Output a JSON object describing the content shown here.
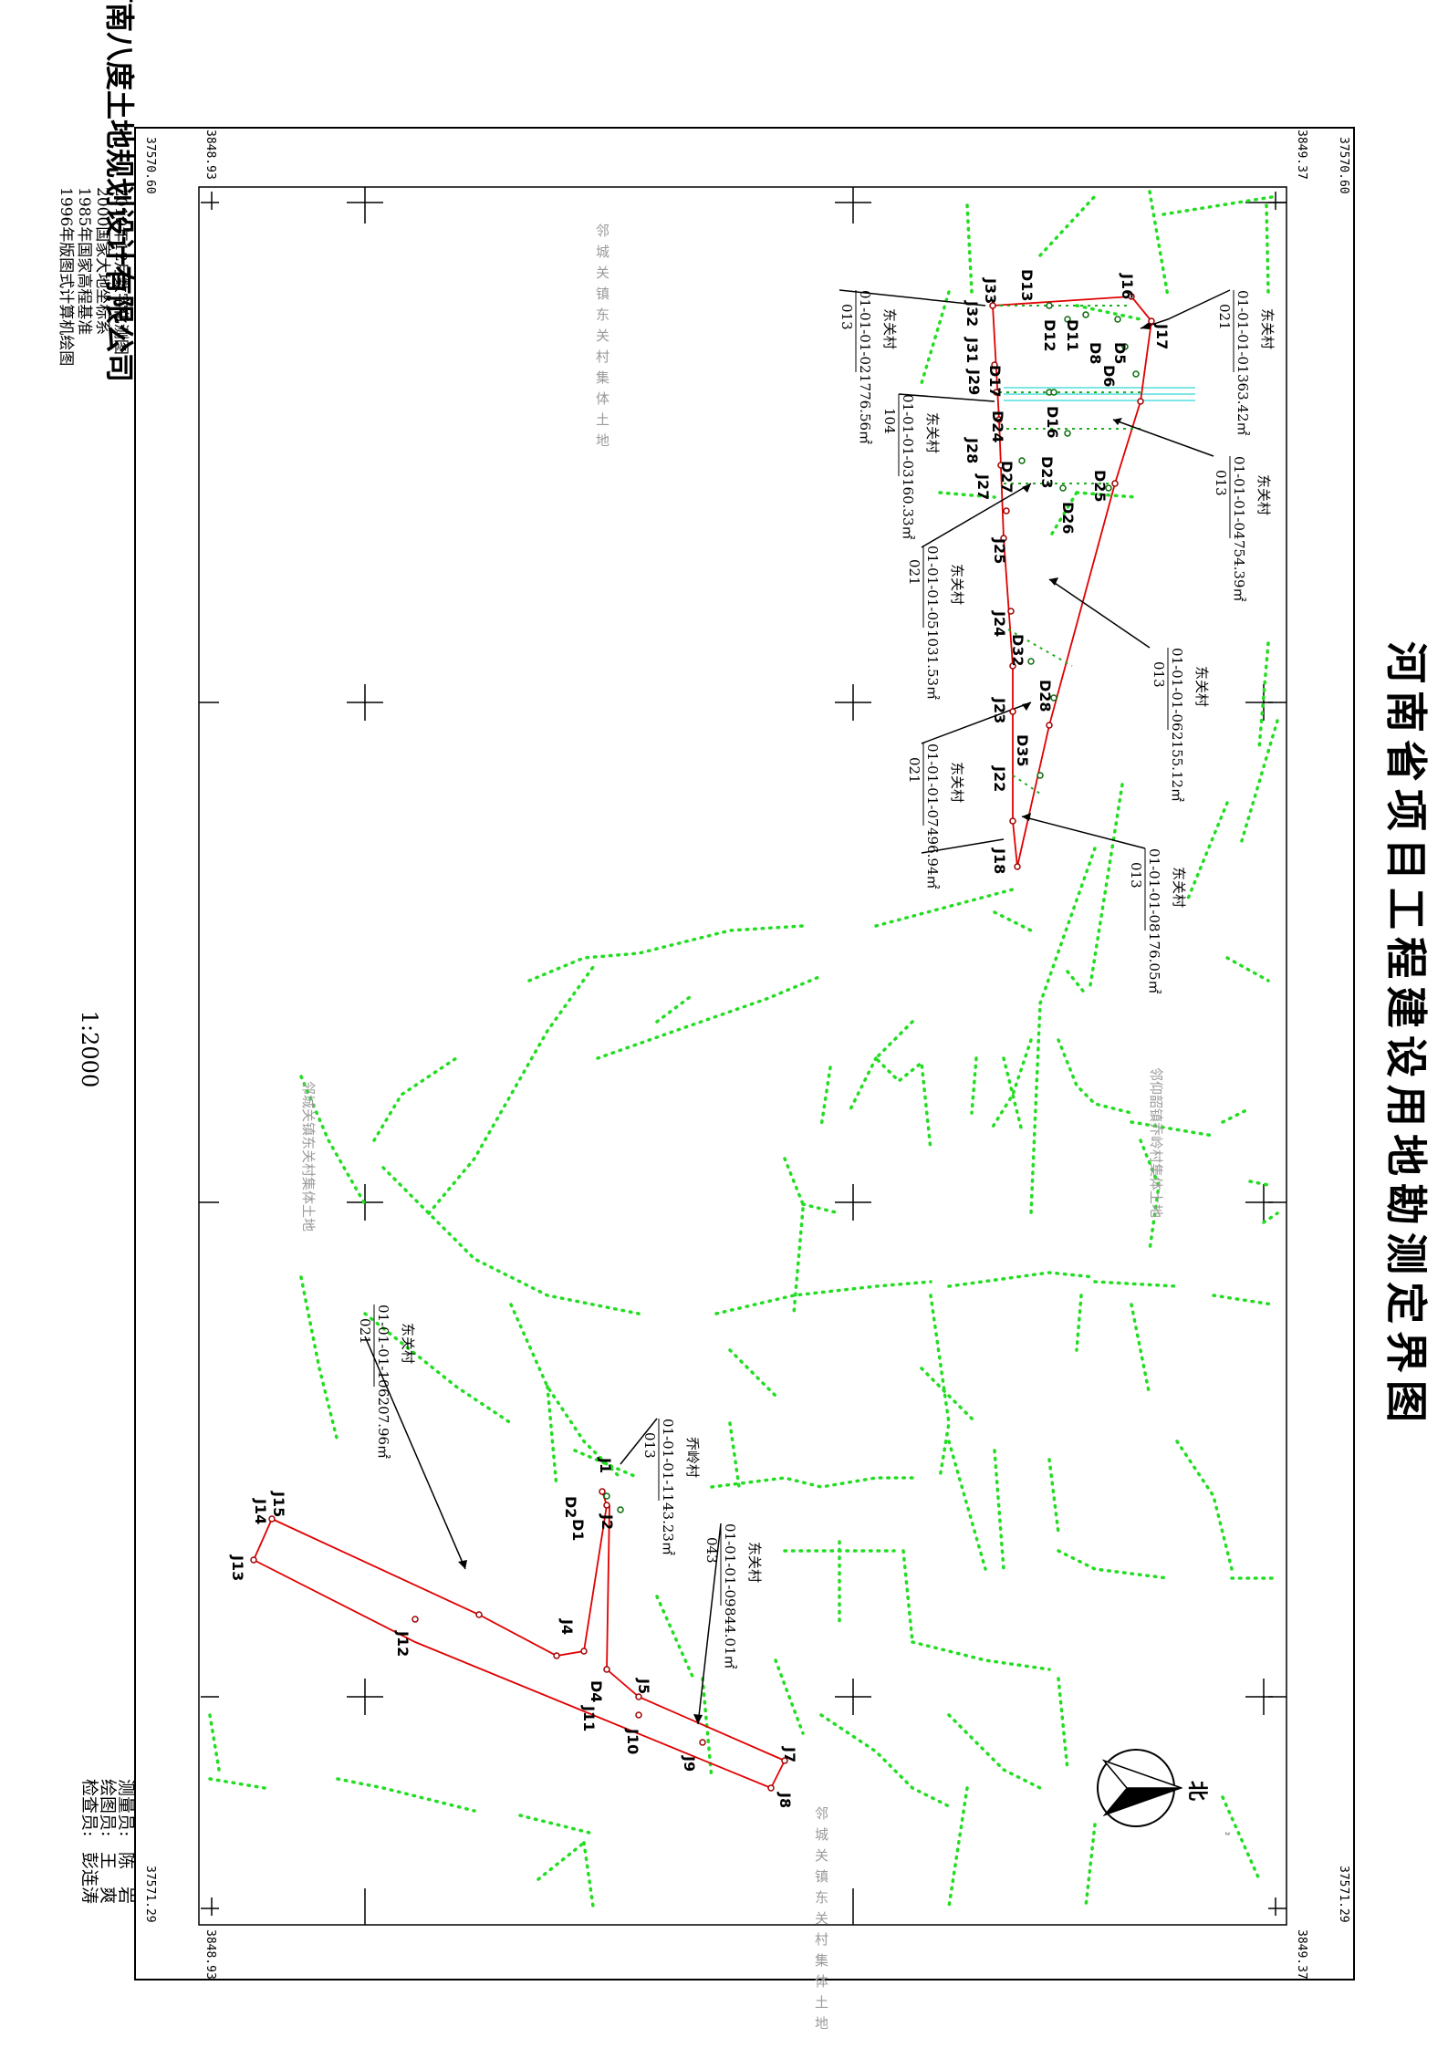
{
  "title": "河南省项目工程建设用地勘测定界图",
  "company": "河南八度土地规划设计有限公司",
  "scale": "1:2000",
  "notes": [
    "2019年12月数字化测图",
    "2000国家大地坐标系",
    "1985年国家高程基准",
    "1996年版图式计算机绘图"
  ],
  "staff": [
    {
      "role": "测量员:",
      "name": "陈　岩"
    },
    {
      "role": "绘图员:",
      "name": "王　爽"
    },
    {
      "role": "检查员:",
      "name": "彭连涛"
    }
  ],
  "north_label": "北",
  "corner_coords": {
    "top_left": [
      "37570.60",
      "3848.93"
    ],
    "top_right": [
      "37570.60",
      "3849.37"
    ],
    "bottom_left": [
      "37571.29",
      "3848.93"
    ],
    "bottom_right": [
      "37571.29",
      "3849.37"
    ]
  },
  "region_labels": {
    "left_top": "邻城关镇东关村集体土地",
    "right_top": "邻城关镇东关村集体土地",
    "left_mid": "邻城关镇东关村集体土地",
    "right_mid": "邻仰韶镇乔岭村集体土地"
  },
  "parcels": [
    {
      "village": "东关村",
      "code": "01-01-01-01",
      "area": "363.42㎡",
      "type": "021"
    },
    {
      "village": "东关村",
      "code": "01-01-01-02",
      "area": "1776.56㎡",
      "type": "013"
    },
    {
      "village": "东关村",
      "code": "01-01-01-03",
      "area": "160.33㎡",
      "type": "104"
    },
    {
      "village": "东关村",
      "code": "01-01-01-04",
      "area": "754.39㎡",
      "type": "013"
    },
    {
      "village": "东关村",
      "code": "01-01-01-05",
      "area": "1031.53㎡",
      "type": "021"
    },
    {
      "village": "东关村",
      "code": "01-01-01-06",
      "area": "2155.12㎡",
      "type": "013"
    },
    {
      "village": "东关村",
      "code": "01-01-01-07",
      "area": "496.94㎡",
      "type": "021"
    },
    {
      "village": "东关村",
      "code": "01-01-01-08",
      "area": "176.05㎡",
      "type": "013"
    },
    {
      "village": "东关村",
      "code": "01-01-01-10",
      "area": "6207.96㎡",
      "type": "021"
    },
    {
      "village": "乔岭村",
      "code": "01-01-01-11",
      "area": "43.23㎡",
      "type": "013"
    },
    {
      "village": "东关村",
      "code": "01-01-01-09",
      "area": "844.01㎡",
      "type": "043"
    }
  ],
  "points": {
    "upper": [
      "J16",
      "J17",
      "D13",
      "J33",
      "J32",
      "D12",
      "D11",
      "D8",
      "D5",
      "D6",
      "J31",
      "J29",
      "D17",
      "D16",
      "D24",
      "J28",
      "D27",
      "J27",
      "D23",
      "D25",
      "D26",
      "J25",
      "J24",
      "D32",
      "D28",
      "J23",
      "D35",
      "J22",
      "J18"
    ],
    "lower": [
      "J1",
      "D2",
      "D1",
      "J2",
      "J15",
      "J14",
      "J13",
      "J12",
      "J4",
      "J5",
      "D4",
      "J11",
      "J10",
      "J9",
      "J7",
      "J8"
    ]
  },
  "stray_mark": "²"
}
